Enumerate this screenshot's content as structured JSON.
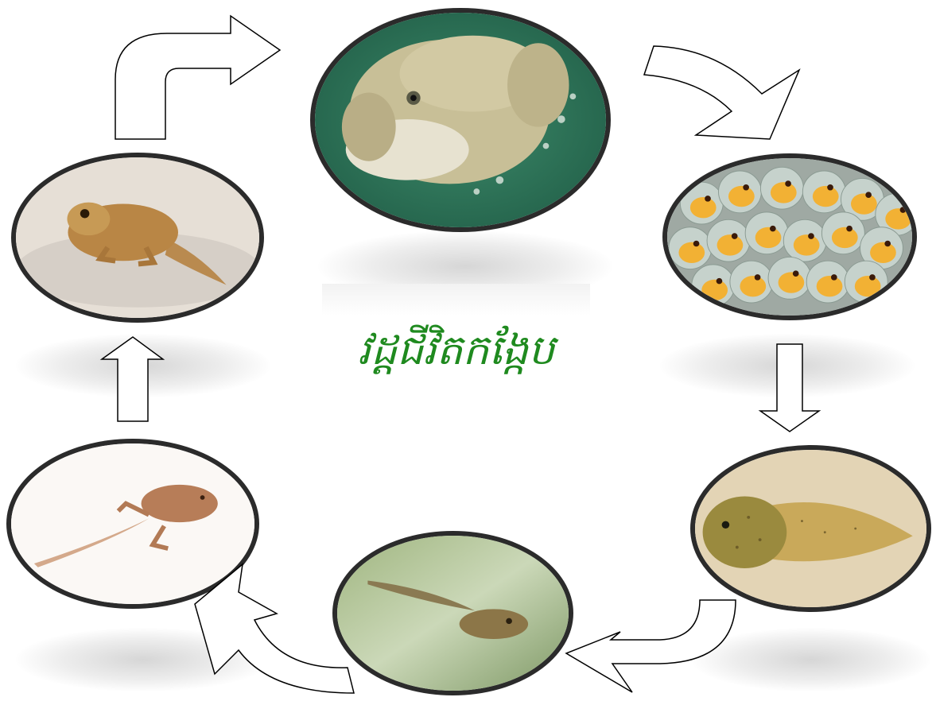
{
  "diagram": {
    "title": "វដ្តជីវិតកង្កែប",
    "title_color": "#1f8a1f",
    "stages": [
      {
        "name": "adult-frog",
        "icon": "adult-frog-photo"
      },
      {
        "name": "frog-eggs",
        "icon": "frog-eggs-photo"
      },
      {
        "name": "tadpole",
        "icon": "tadpole-photo"
      },
      {
        "name": "tadpole-with-legs",
        "icon": "tadpole-with-legs-photo"
      },
      {
        "name": "froglet-with-tail",
        "icon": "froglet-with-tail-photo"
      },
      {
        "name": "young-frog",
        "icon": "young-frog-photo"
      }
    ]
  }
}
